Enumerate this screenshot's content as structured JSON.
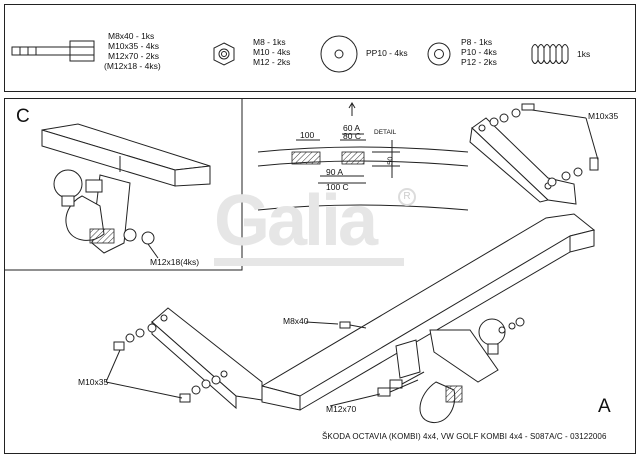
{
  "hardware": {
    "bolt_labels": [
      "M8x40 - 1ks",
      "M10x35 - 4ks",
      "M12x70 - 2ks",
      "(M12x18 - 4ks)"
    ],
    "nut_labels": [
      "M8 - 1ks",
      "M10 - 4ks",
      "M12 - 2ks"
    ],
    "plate_washer_label": "PP10 - 4ks",
    "washer_labels": [
      "P8 - 1ks",
      "P10 - 4ks",
      "P12 - 2ks"
    ],
    "spring_label": "1ks"
  },
  "detail": {
    "letter": "C",
    "bolt_label": "M12x18(4ks)",
    "dims": {
      "d100": "100",
      "d60a": "60 A",
      "d80c": "80 C",
      "detail": "DETAIL",
      "d50": "50",
      "d90a": "90 A",
      "d100c": "100 C"
    }
  },
  "main": {
    "letter": "A",
    "labels": {
      "m10x35_top": "M10x35",
      "m8x40": "M8x40",
      "m10x35_left": "M10x35",
      "m12x70": "M12x70"
    }
  },
  "logo": "Galia",
  "footer": "ŠKODA OCTAVIA (KOMBI) 4x4, VW GOLF KOMBI 4x4 - S087A/C - 03122006"
}
